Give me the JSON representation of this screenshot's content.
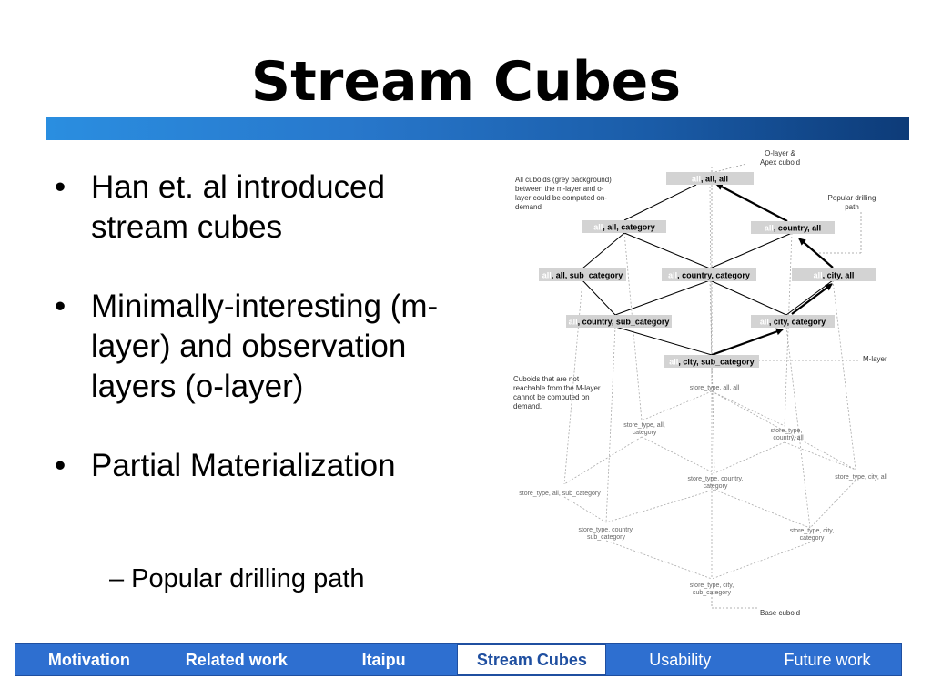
{
  "slide": {
    "title": "Stream Cubes",
    "bullets": [
      "Han et. al introduced stream cubes",
      "Minimally-interesting (m-layer) and observation layers (o-layer)",
      "Partial Materialization"
    ],
    "sub_bullet": "– Popular drilling path"
  },
  "diagram": {
    "annotations": {
      "o_layer_line1": "O-layer &",
      "o_layer_line2": "Apex cuboid",
      "all_cuboids_l1": "All cuboids (grey background)",
      "all_cuboids_l2": "between the m-layer and o-",
      "all_cuboids_l3": "layer could be computed on-",
      "all_cuboids_l4": "demand",
      "popular_l1": "Popular drilling",
      "popular_l2": "path",
      "m_layer": "M-layer",
      "not_reach_l1": "Cuboids that are not",
      "not_reach_l2": "reachable from the M-layer",
      "not_reach_l3": "cannot be computed on",
      "not_reach_l4": "demand.",
      "base_cuboid": "Base cuboid"
    },
    "grey_nodes": {
      "apex": {
        "prefix": "all",
        "rest": ", all, all"
      },
      "all_all_category": {
        "prefix": "all",
        "rest": ", all, category"
      },
      "all_country_all": {
        "prefix": "all",
        "rest": ", country, all"
      },
      "all_all_sub_category": {
        "prefix": "all",
        "rest": ", all, sub_category"
      },
      "all_country_category": {
        "prefix": "all",
        "rest": ", country, category"
      },
      "all_city_all": {
        "prefix": "all",
        "rest": ", city, all"
      },
      "all_country_sub_category": {
        "prefix": "all",
        "rest": ", country, sub_category"
      },
      "all_city_category": {
        "prefix": "all",
        "rest": ", city, category"
      },
      "m_layer": {
        "prefix": "all",
        "rest": ", city, sub_category"
      }
    },
    "plain_nodes": {
      "st_all_all": "store_type, all, all",
      "st_all_category_l1": "store_type, all,",
      "st_all_category_l2": "category",
      "st_country_all_l1": "store_type,",
      "st_country_all_l2": "country, all",
      "st_city_all": "store_type, city, all",
      "st_all_sub_category": "store_type, all, sub_category",
      "st_country_category_l1": "store_type, country,",
      "st_country_category_l2": "category",
      "st_country_sub_category_l1": "store_type, country,",
      "st_country_sub_category_l2": "sub_category",
      "st_city_category_l1": "store_type, city,",
      "st_city_category_l2": "category",
      "base_l1": "store_type, city,",
      "base_l2": "sub_category"
    }
  },
  "nav": {
    "items": [
      "Motivation",
      "Related work",
      "Itaipu",
      "Stream Cubes",
      "Usability",
      "Future work"
    ],
    "active": "Stream Cubes"
  },
  "colors": {
    "node_bg": "#d3d3d3",
    "node_prefix": "#ffffff",
    "nav_blue": "#2e6fd0"
  }
}
